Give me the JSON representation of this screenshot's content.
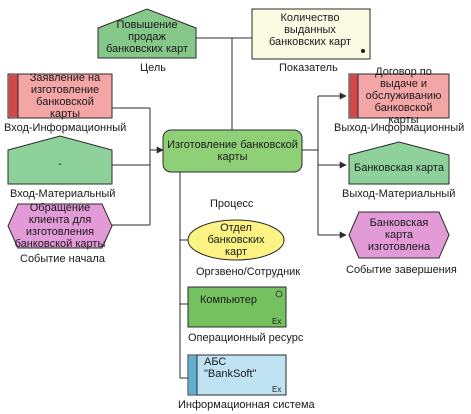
{
  "colors": {
    "goal_fill": "#86c88a",
    "indicator_fill": "#fbfbe4",
    "doc_fill": "#f4a6a6",
    "doc_stripe": "#d24848",
    "material_fill": "#8fd19a",
    "event_fill": "#e39bd8",
    "process_fill": "#8fd077",
    "orgunit_fill": "#fbf384",
    "resource_fill": "#76c15f",
    "system_fill": "#bfe3f2",
    "system_stripe": "#5fb0d2",
    "line": "#2b2b2b"
  },
  "goal": {
    "text": "Повышение продаж банковских карт",
    "caption": "Цель"
  },
  "indicator": {
    "text": "Количество выданных банковских карт",
    "caption": "Показатель"
  },
  "input_info": {
    "text": "Заявление на изготовление банковской карты",
    "caption": "Вход-Информационный"
  },
  "input_material": {
    "text": "-",
    "caption": "Вход-Материальный"
  },
  "start_event": {
    "text": "Обращение клиента для изготовления банковской карты",
    "caption": "Событие начала"
  },
  "process": {
    "text": "Изготовление банковской карты",
    "caption": "Процесс"
  },
  "org_unit": {
    "text": "Отдел банковских карт",
    "caption": "Оргзвено/Сотрудник"
  },
  "resource": {
    "text": "Компьютер",
    "caption": "Операционный ресурс",
    "badge": "Ex"
  },
  "info_system": {
    "text": "АБС \"BankSoft\"",
    "caption": "Информационная система",
    "badge": "Ex"
  },
  "output_info": {
    "text": "Договор по выдаче и обслуживанию банковской карты",
    "caption": "Выход-Информационный"
  },
  "output_material": {
    "text": "Банковская карта",
    "caption": "Выход-Материальный"
  },
  "end_event": {
    "text": "Банковская карта изготовлена",
    "caption": "Событие завершения"
  }
}
